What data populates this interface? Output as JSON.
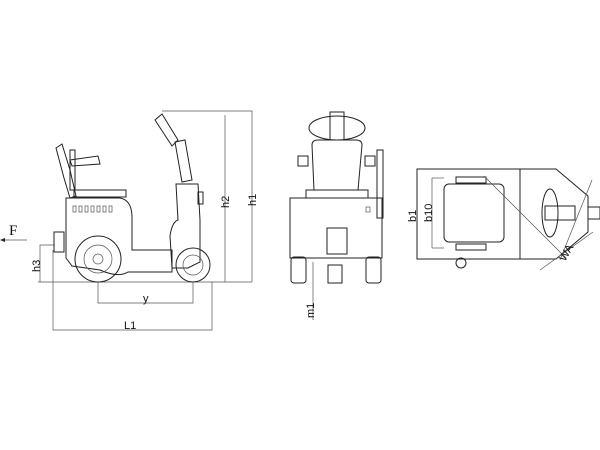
{
  "labels": {
    "force": "F",
    "h1": "h1",
    "h2": "h2",
    "h3": "h3",
    "y": "y",
    "L1": "L1",
    "m1": "m1",
    "b1": "b1",
    "b10": "b10",
    "wa": "WA"
  },
  "colors": {
    "line": "#222222",
    "background": "#ffffff"
  }
}
